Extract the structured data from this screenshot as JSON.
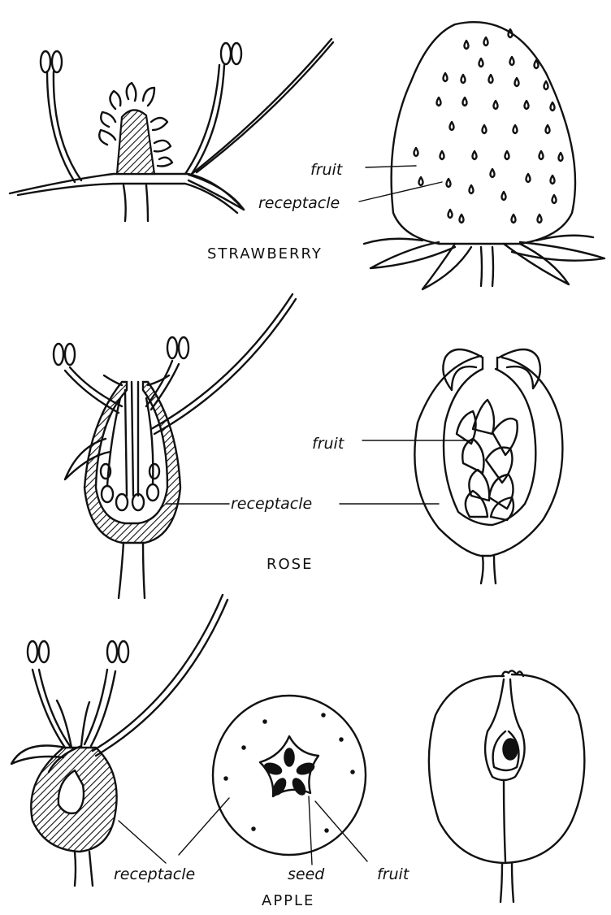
{
  "sections": {
    "strawberry": {
      "title": "STRAWBERRY",
      "labels": {
        "fruit": "fruit",
        "receptacle": "receptacle"
      }
    },
    "rose": {
      "title": "ROSE",
      "labels": {
        "fruit": "fruit",
        "receptacle": "receptacle"
      }
    },
    "apple": {
      "title": "APPLE",
      "labels": {
        "receptacle": "receptacle",
        "seed": "seed",
        "fruit": "fruit"
      }
    }
  }
}
